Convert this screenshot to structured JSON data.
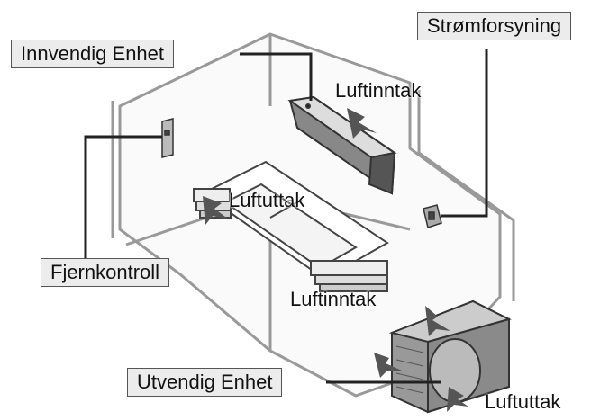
{
  "labels": {
    "indoor_unit": "Innvendig Enhet",
    "power_supply": "Strømforsyning",
    "remote": "Fjernkontroll",
    "outdoor_unit": "Utvendig Enhet",
    "air_inlet_indoor": "Luftinntak",
    "air_outlet_indoor": "Luftuttak",
    "air_inlet_outdoor": "Luftinntak",
    "air_outlet_outdoor": "Luftuttak"
  },
  "icons": [
    "indoor-unit-icon",
    "remote-control-icon",
    "power-outlet-icon",
    "outdoor-unit-icon",
    "sofa-icon"
  ]
}
